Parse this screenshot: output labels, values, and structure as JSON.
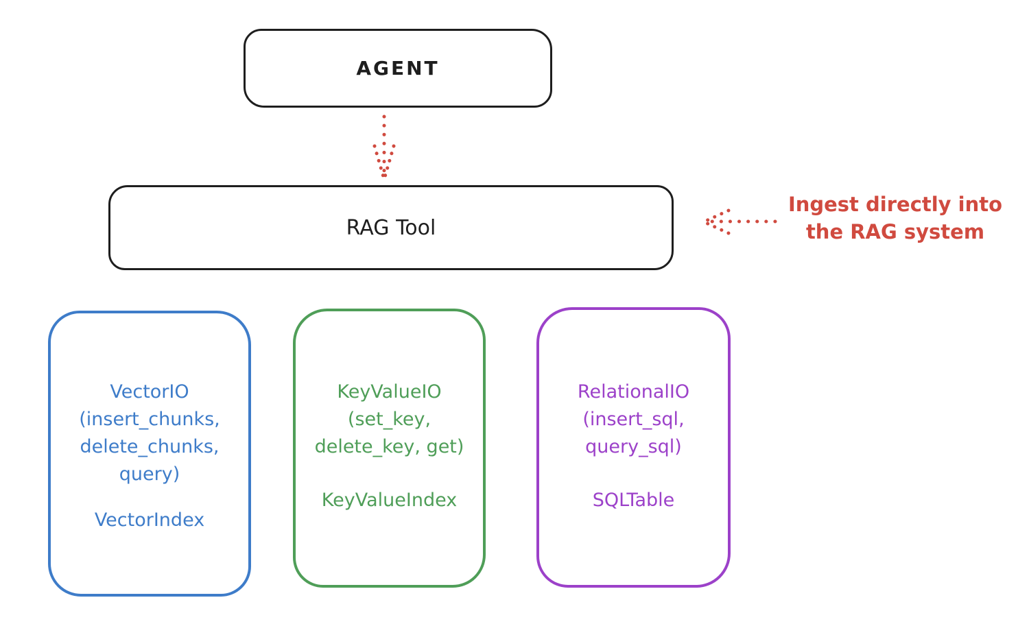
{
  "nodes": {
    "agent": {
      "label": "AGENT"
    },
    "rag_tool": {
      "label": "RAG Tool"
    }
  },
  "annotation": {
    "line1": "Ingest directly into",
    "line2": "the RAG system"
  },
  "columns": [
    {
      "name": "vector-io",
      "color": "#3e7cc9",
      "lines": [
        "VectorIO",
        "(insert_chunks,",
        "delete_chunks,",
        "query)"
      ],
      "index": "VectorIndex"
    },
    {
      "name": "keyvalue-io",
      "color": "#4f9e58",
      "lines": [
        "KeyValueIO",
        "(set_key,",
        "delete_key, get)"
      ],
      "index": "KeyValueIndex"
    },
    {
      "name": "relational-io",
      "color": "#9c41c9",
      "lines": [
        "RelationalIO",
        "(insert_sql,",
        "query_sql)"
      ],
      "index": "SQLTable"
    }
  ],
  "arrows": [
    {
      "name": "agent-to-rag-tool",
      "style": "dotted",
      "direction": "down",
      "color": "#d04a3f"
    },
    {
      "name": "ingest-into-rag-tool",
      "style": "dotted",
      "direction": "left",
      "color": "#d04a3f"
    }
  ],
  "colors": {
    "background": "#ffffff",
    "stroke_black": "#1e1e1e",
    "red": "#d04a3f",
    "blue": "#3e7cc9",
    "green": "#4f9e58",
    "purple": "#9c41c9"
  }
}
